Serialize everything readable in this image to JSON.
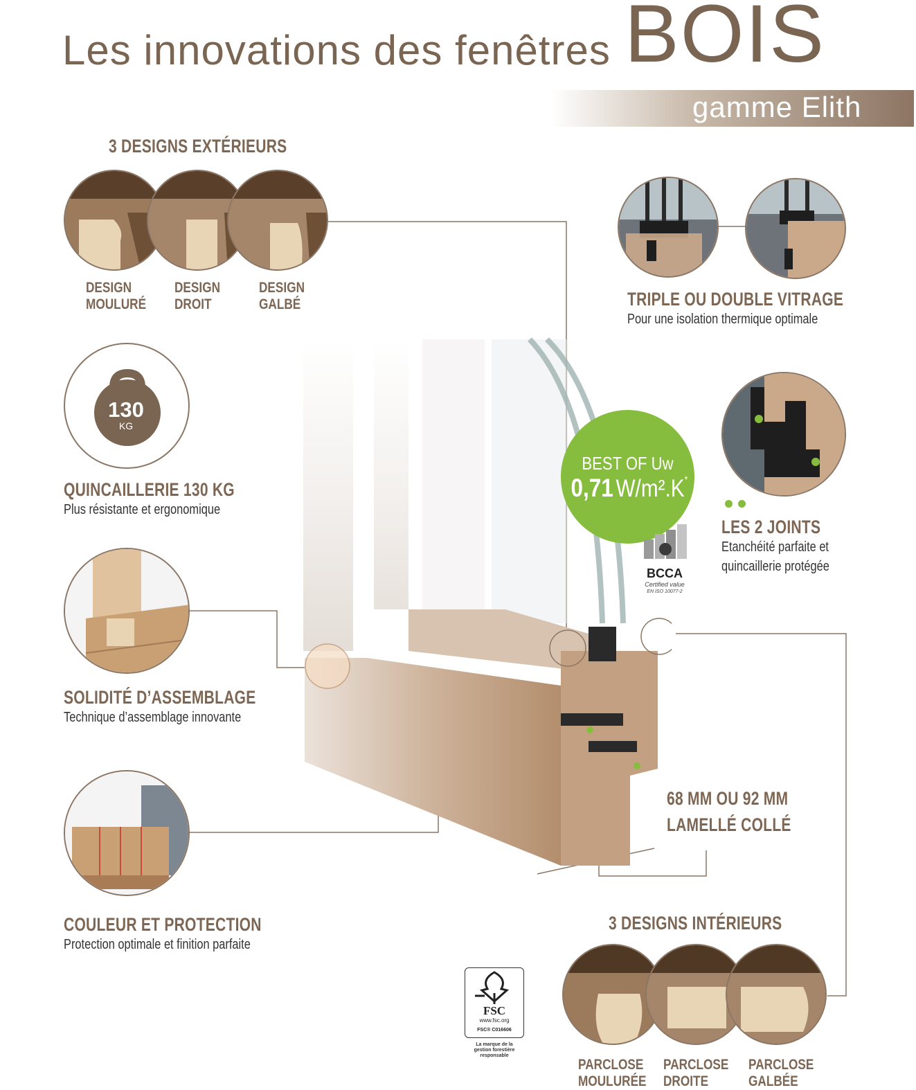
{
  "header": {
    "title_light": "Les innovations des fenêtres",
    "title_bold": "BOIS",
    "range": "gamme Elith"
  },
  "exterior": {
    "heading": "3 DESIGNS EXTÉRIEURS",
    "items": [
      {
        "line1": "DESIGN",
        "line2": "MOULURÉ"
      },
      {
        "line1": "DESIGN",
        "line2": "DROIT"
      },
      {
        "line1": "DESIGN",
        "line2": "GALBÉ"
      }
    ]
  },
  "glazing": {
    "title": "TRIPLE OU DOUBLE VITRAGE",
    "subtitle": "Pour une isolation thermique optimale"
  },
  "hardware": {
    "badge_value": "130",
    "badge_unit": "KG",
    "title": "QUINCAILLERIE 130 KG",
    "subtitle": "Plus résistante et ergonomique"
  },
  "bestof": {
    "line1": "BEST OF Uw",
    "value": "0,71",
    "unit": "W/m².K",
    "star": "*"
  },
  "bcca": {
    "name": "BCCA",
    "line1": "Certified value",
    "line2": "EN ISO 10077-2"
  },
  "joints": {
    "title": "LES 2 JOINTS",
    "line1": "Etanchéité parfaite et",
    "line2": "quincaillerie protégée"
  },
  "assembly": {
    "title": "SOLIDITÉ D’ASSEMBLAGE",
    "subtitle": "Technique d’assemblage innovante"
  },
  "thickness": {
    "line1": "68 MM OU 92 MM",
    "line2": "LAMELLÉ COLLÉ"
  },
  "color": {
    "title": "COULEUR ET PROTECTION",
    "subtitle": "Protection optimale et finition parfaite"
  },
  "interior": {
    "heading": "3 DESIGNS INTÉRIEURS",
    "items": [
      {
        "line1": "PARCLOSE",
        "line2": "MOULURÉE"
      },
      {
        "line1": "PARCLOSE",
        "line2": "DROITE"
      },
      {
        "line1": "PARCLOSE",
        "line2": "GALBÉE"
      }
    ]
  },
  "fsc": {
    "name": "FSC",
    "site": "www.fsc.org",
    "code": "FSC® C016606",
    "caption1": "La marque de la",
    "caption2": "gestion forestière",
    "caption3": "responsable"
  },
  "colors": {
    "brand_brown": "#7d6754",
    "green": "#86bd3e"
  }
}
